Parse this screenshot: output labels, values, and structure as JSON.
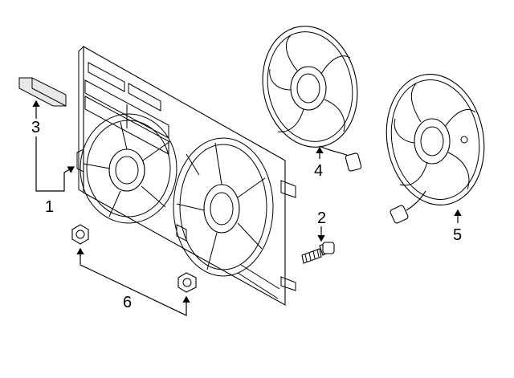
{
  "callouts": {
    "c1": "1",
    "c2": "2",
    "c3": "3",
    "c4": "4",
    "c5": "5",
    "c6": "6"
  },
  "colors": {
    "line": "#000000",
    "background": "#ffffff",
    "shade": "#e8e8e8"
  }
}
